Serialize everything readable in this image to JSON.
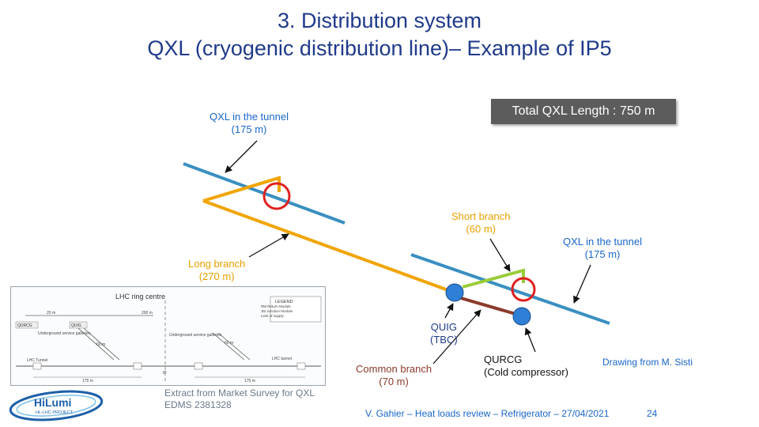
{
  "slide": {
    "title_line1": "3. Distribution system",
    "title_line2": "QXL (cryogenic distribution line)– Example of IP5",
    "page_number": "24",
    "footer": "V. Gahier – Heat loads review – Refrigerator – 27/04/2021",
    "credit": "Drawing from M. Sisti"
  },
  "labels": {
    "total_length": "Total QXL Length : 750 m",
    "qxl_tunnel_left": [
      "QXL in the tunnel",
      "(175 m)"
    ],
    "qxl_tunnel_right": [
      "QXL in the tunnel",
      "(175 m)"
    ],
    "short_branch": [
      "Short  branch",
      "(60 m)"
    ],
    "long_branch": [
      "Long  branch",
      "(270 m)"
    ],
    "common_branch": [
      "Common branch",
      "(70 m)"
    ],
    "quig": [
      "QUIG",
      "(TBC)"
    ],
    "qurcg": [
      "QURCG",
      "(Cold compressor)"
    ],
    "extract": [
      "Extract from Market Survey for QXL",
      "EDMS 2381328"
    ]
  },
  "survey_drawing": {
    "title": "LHC ring centre",
    "legend_title": "LEGEND",
    "legend": [
      "RM  Return Module",
      "JM  Junction Module",
      "Limit of supply"
    ],
    "distances": [
      "20 m",
      "200 m",
      "60 m",
      "60 m",
      "175 m",
      "175 m"
    ],
    "tags": [
      "QURCG",
      "QUIG",
      "IP"
    ],
    "areas": [
      "Underground service galleries",
      "Underground service galleries",
      "LHC Tunnel",
      "LHC tunnel"
    ]
  },
  "logo": {
    "name": "HiLumi",
    "subtitle": "HL-LHC PROJECT"
  },
  "colors": {
    "title": "#1f3a8a",
    "tunnel_line": "#3a8fc1",
    "orange_branch": "#f0a500",
    "green_branch": "#9acd3a",
    "common_branch": "#8b3a2a",
    "red_circle": "#e02020",
    "blue_node": "#2f7fd6",
    "total_box": "#5c5c5c"
  }
}
